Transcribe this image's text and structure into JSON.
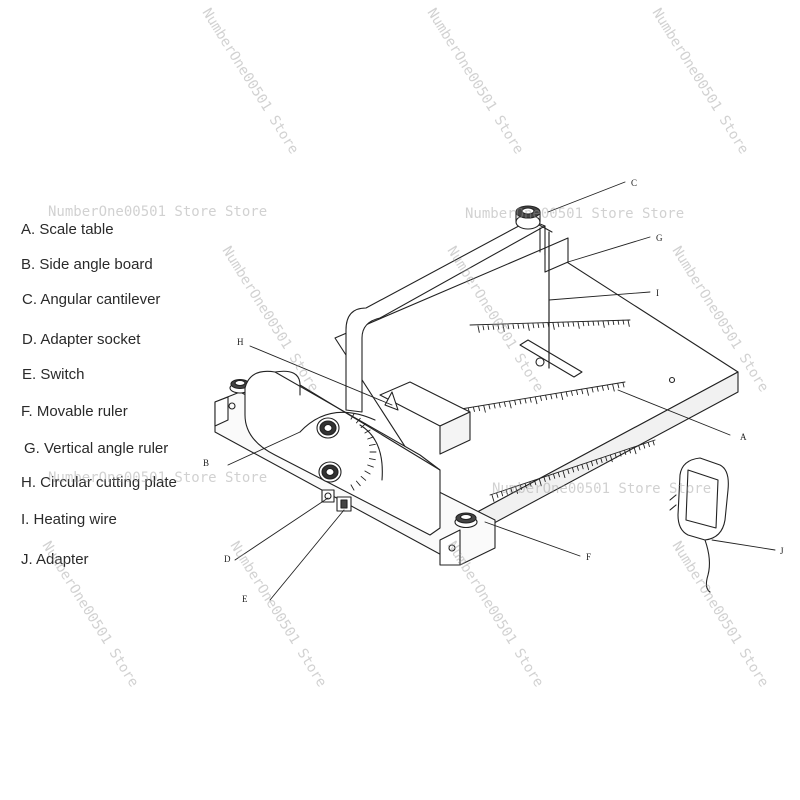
{
  "legend": {
    "a": "A. Scale table",
    "b": "B. Side angle board",
    "c": "C. Angular cantilever",
    "d": "D. Adapter socket",
    "e": "E. Switch",
    "f": "F. Movable ruler",
    "g": "G. Vertical angle ruler",
    "h": "H. Circular cutting plate",
    "i": "I. Heating wire",
    "j": "J. Adapter"
  },
  "callouts": {
    "a": "A",
    "b": "B",
    "c": "C",
    "d": "D",
    "e": "E",
    "f": "F",
    "g": "G",
    "h": "H",
    "i": "I",
    "j": "J"
  },
  "watermark": {
    "store": "NumberOne00501 Store",
    "store_store": "NumberOne00501 Store Store"
  },
  "colors": {
    "line": "#222222",
    "text": "#2a2a2a",
    "watermark": "#9a9a9a"
  }
}
